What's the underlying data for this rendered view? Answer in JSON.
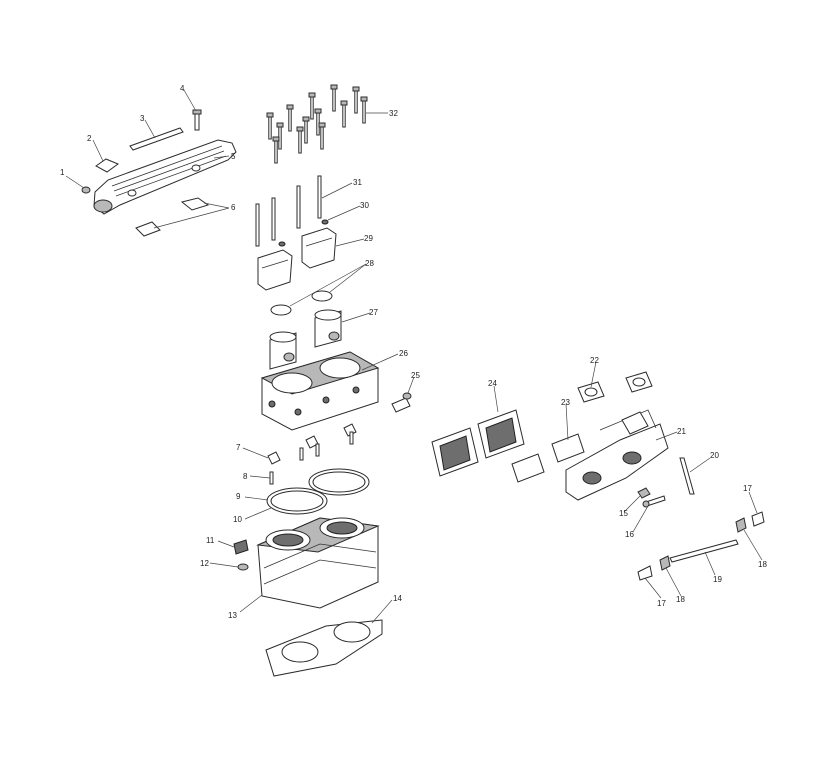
{
  "callouts": [
    {
      "id": "c1",
      "label": "1"
    },
    {
      "id": "c2",
      "label": "2"
    },
    {
      "id": "c3",
      "label": "3"
    },
    {
      "id": "c4",
      "label": "4"
    },
    {
      "id": "c5",
      "label": "5"
    },
    {
      "id": "c6",
      "label": "6"
    },
    {
      "id": "c7",
      "label": "7"
    },
    {
      "id": "c8",
      "label": "8"
    },
    {
      "id": "c9",
      "label": "9"
    },
    {
      "id": "c10",
      "label": "10"
    },
    {
      "id": "c11",
      "label": "11"
    },
    {
      "id": "c12",
      "label": "12"
    },
    {
      "id": "c13",
      "label": "13"
    },
    {
      "id": "c14",
      "label": "14"
    },
    {
      "id": "c15",
      "label": "15"
    },
    {
      "id": "c16",
      "label": "16"
    },
    {
      "id": "c17a",
      "label": "17"
    },
    {
      "id": "c17b",
      "label": "17"
    },
    {
      "id": "c18a",
      "label": "18"
    },
    {
      "id": "c18b",
      "label": "18"
    },
    {
      "id": "c19",
      "label": "19"
    },
    {
      "id": "c20",
      "label": "20"
    },
    {
      "id": "c21",
      "label": "21"
    },
    {
      "id": "c22",
      "label": "22"
    },
    {
      "id": "c23",
      "label": "23"
    },
    {
      "id": "c24",
      "label": "24"
    },
    {
      "id": "c25",
      "label": "25"
    },
    {
      "id": "c26",
      "label": "26"
    },
    {
      "id": "c27",
      "label": "27"
    },
    {
      "id": "c28",
      "label": "28"
    },
    {
      "id": "c29",
      "label": "29"
    },
    {
      "id": "c30",
      "label": "30"
    },
    {
      "id": "c31",
      "label": "31"
    },
    {
      "id": "c32",
      "label": "32"
    }
  ],
  "colors": {
    "line": "#2b2b2b",
    "fill": "#ffffff",
    "shade": "#6e6e6e",
    "background": "#ffffff"
  }
}
